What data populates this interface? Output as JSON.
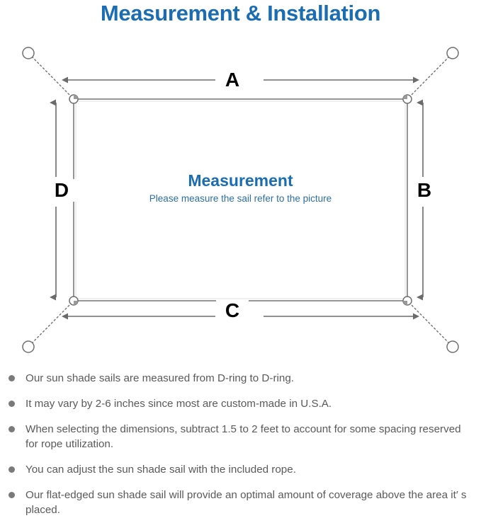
{
  "page": {
    "title": "Measurement & Installation",
    "title_color": "#1a6db3",
    "background": "#ffffff"
  },
  "diagram": {
    "name": "sun-shade-sail-measurement-diagram",
    "center": {
      "heading": "Measurement",
      "subheading": "Please measure the sail refer to the picture",
      "heading_color": "#1a6db3",
      "subheading_color": "#2b6ea8"
    },
    "dimension_labels": [
      {
        "id": "a",
        "label": "A",
        "position": "top",
        "orientation": "horizontal"
      },
      {
        "id": "b",
        "label": "B",
        "position": "right",
        "orientation": "vertical"
      },
      {
        "id": "c",
        "label": "C",
        "position": "bottom",
        "orientation": "horizontal"
      },
      {
        "id": "d",
        "label": "D",
        "position": "left",
        "orientation": "vertical"
      }
    ],
    "sail": {
      "shape": "rectangle",
      "edge_color": "#8a8a8a",
      "fill": "#ffffff",
      "d_rings": 4
    },
    "anchors": {
      "count": 4,
      "rope_style": "dotted",
      "rope_color": "#6f6f6f",
      "ring_color": "#6f6f6f"
    },
    "arrow_color": "#6b6b6b"
  },
  "notes": [
    {
      "text": "Our sun shade sails are measured from D-ring to D-ring."
    },
    {
      "text": "It may vary by 2-6 inches since most are custom-made in U.S.A."
    },
    {
      "text": "When selecting the dimensions, subtract 1.5 to 2 feet to account for some spacing reserved for rope utilization."
    },
    {
      "text": "You can adjust the sun shade sail with the included rope."
    },
    {
      "text": "Our flat-edged sun shade sail will provide an optimal amount of coverage above the area it′ s placed."
    }
  ],
  "notes_color": "#5a5a5a",
  "bullet_color": "#7a7a7a"
}
